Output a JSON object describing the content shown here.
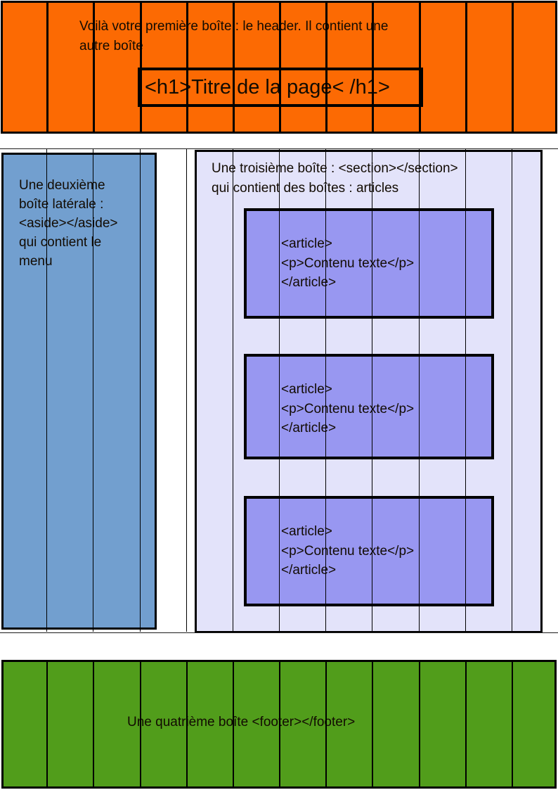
{
  "header": {
    "label": "Voilà votre première boîte : le header. Il contient une\nautre boîte",
    "h1_label": "<h1>Titre de la page< /h1>",
    "color": "#fc6a03"
  },
  "aside": {
    "label": "Une deuxième\nboîte latérale :\n<aside></aside>\nqui contient le\nmenu",
    "color": "#729fcf"
  },
  "section": {
    "label": "Une troisième boîte : <section></section>\nqui contient des boîtes : articles",
    "color": "#e3e3fa",
    "article_color": "#9897f1",
    "articles": [
      "<article>\n<p>Contenu texte</p>\n</article>",
      "<article>\n<p>Contenu texte</p>\n</article>",
      "<article>\n<p>Contenu texte</p>\n</article>"
    ]
  },
  "footer": {
    "label": "Une quatrième boîte <footer></footer>",
    "color": "#519d1b"
  },
  "grid": {
    "columns": 12,
    "line_color": "#000000"
  }
}
